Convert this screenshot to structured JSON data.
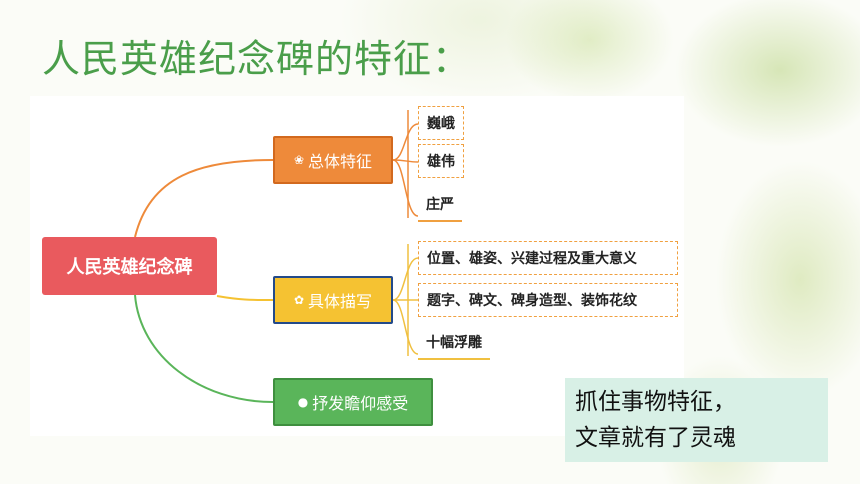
{
  "title": "人民英雄纪念碑的特征：",
  "root": "人民英雄纪念碑",
  "branches": [
    {
      "label": "总体特征",
      "icon": "flower-icon",
      "color": "#ee8a3a",
      "leaves": [
        "巍峨",
        "雄伟",
        "庄严"
      ]
    },
    {
      "label": "具体描写",
      "icon": "sprout-icon",
      "color": "#f5c232",
      "leaves": [
        "位置、雄姿、兴建过程及重大意义",
        "题字、碑文、碑身造型、装饰花纹",
        "十幅浮雕"
      ]
    },
    {
      "label": "抒发瞻仰感受",
      "icon": "magnifier-icon",
      "color": "#5ab55a",
      "leaves": []
    }
  ],
  "callout": {
    "line1": "抓住事物特征，",
    "line2": "文章就有了灵魂"
  }
}
